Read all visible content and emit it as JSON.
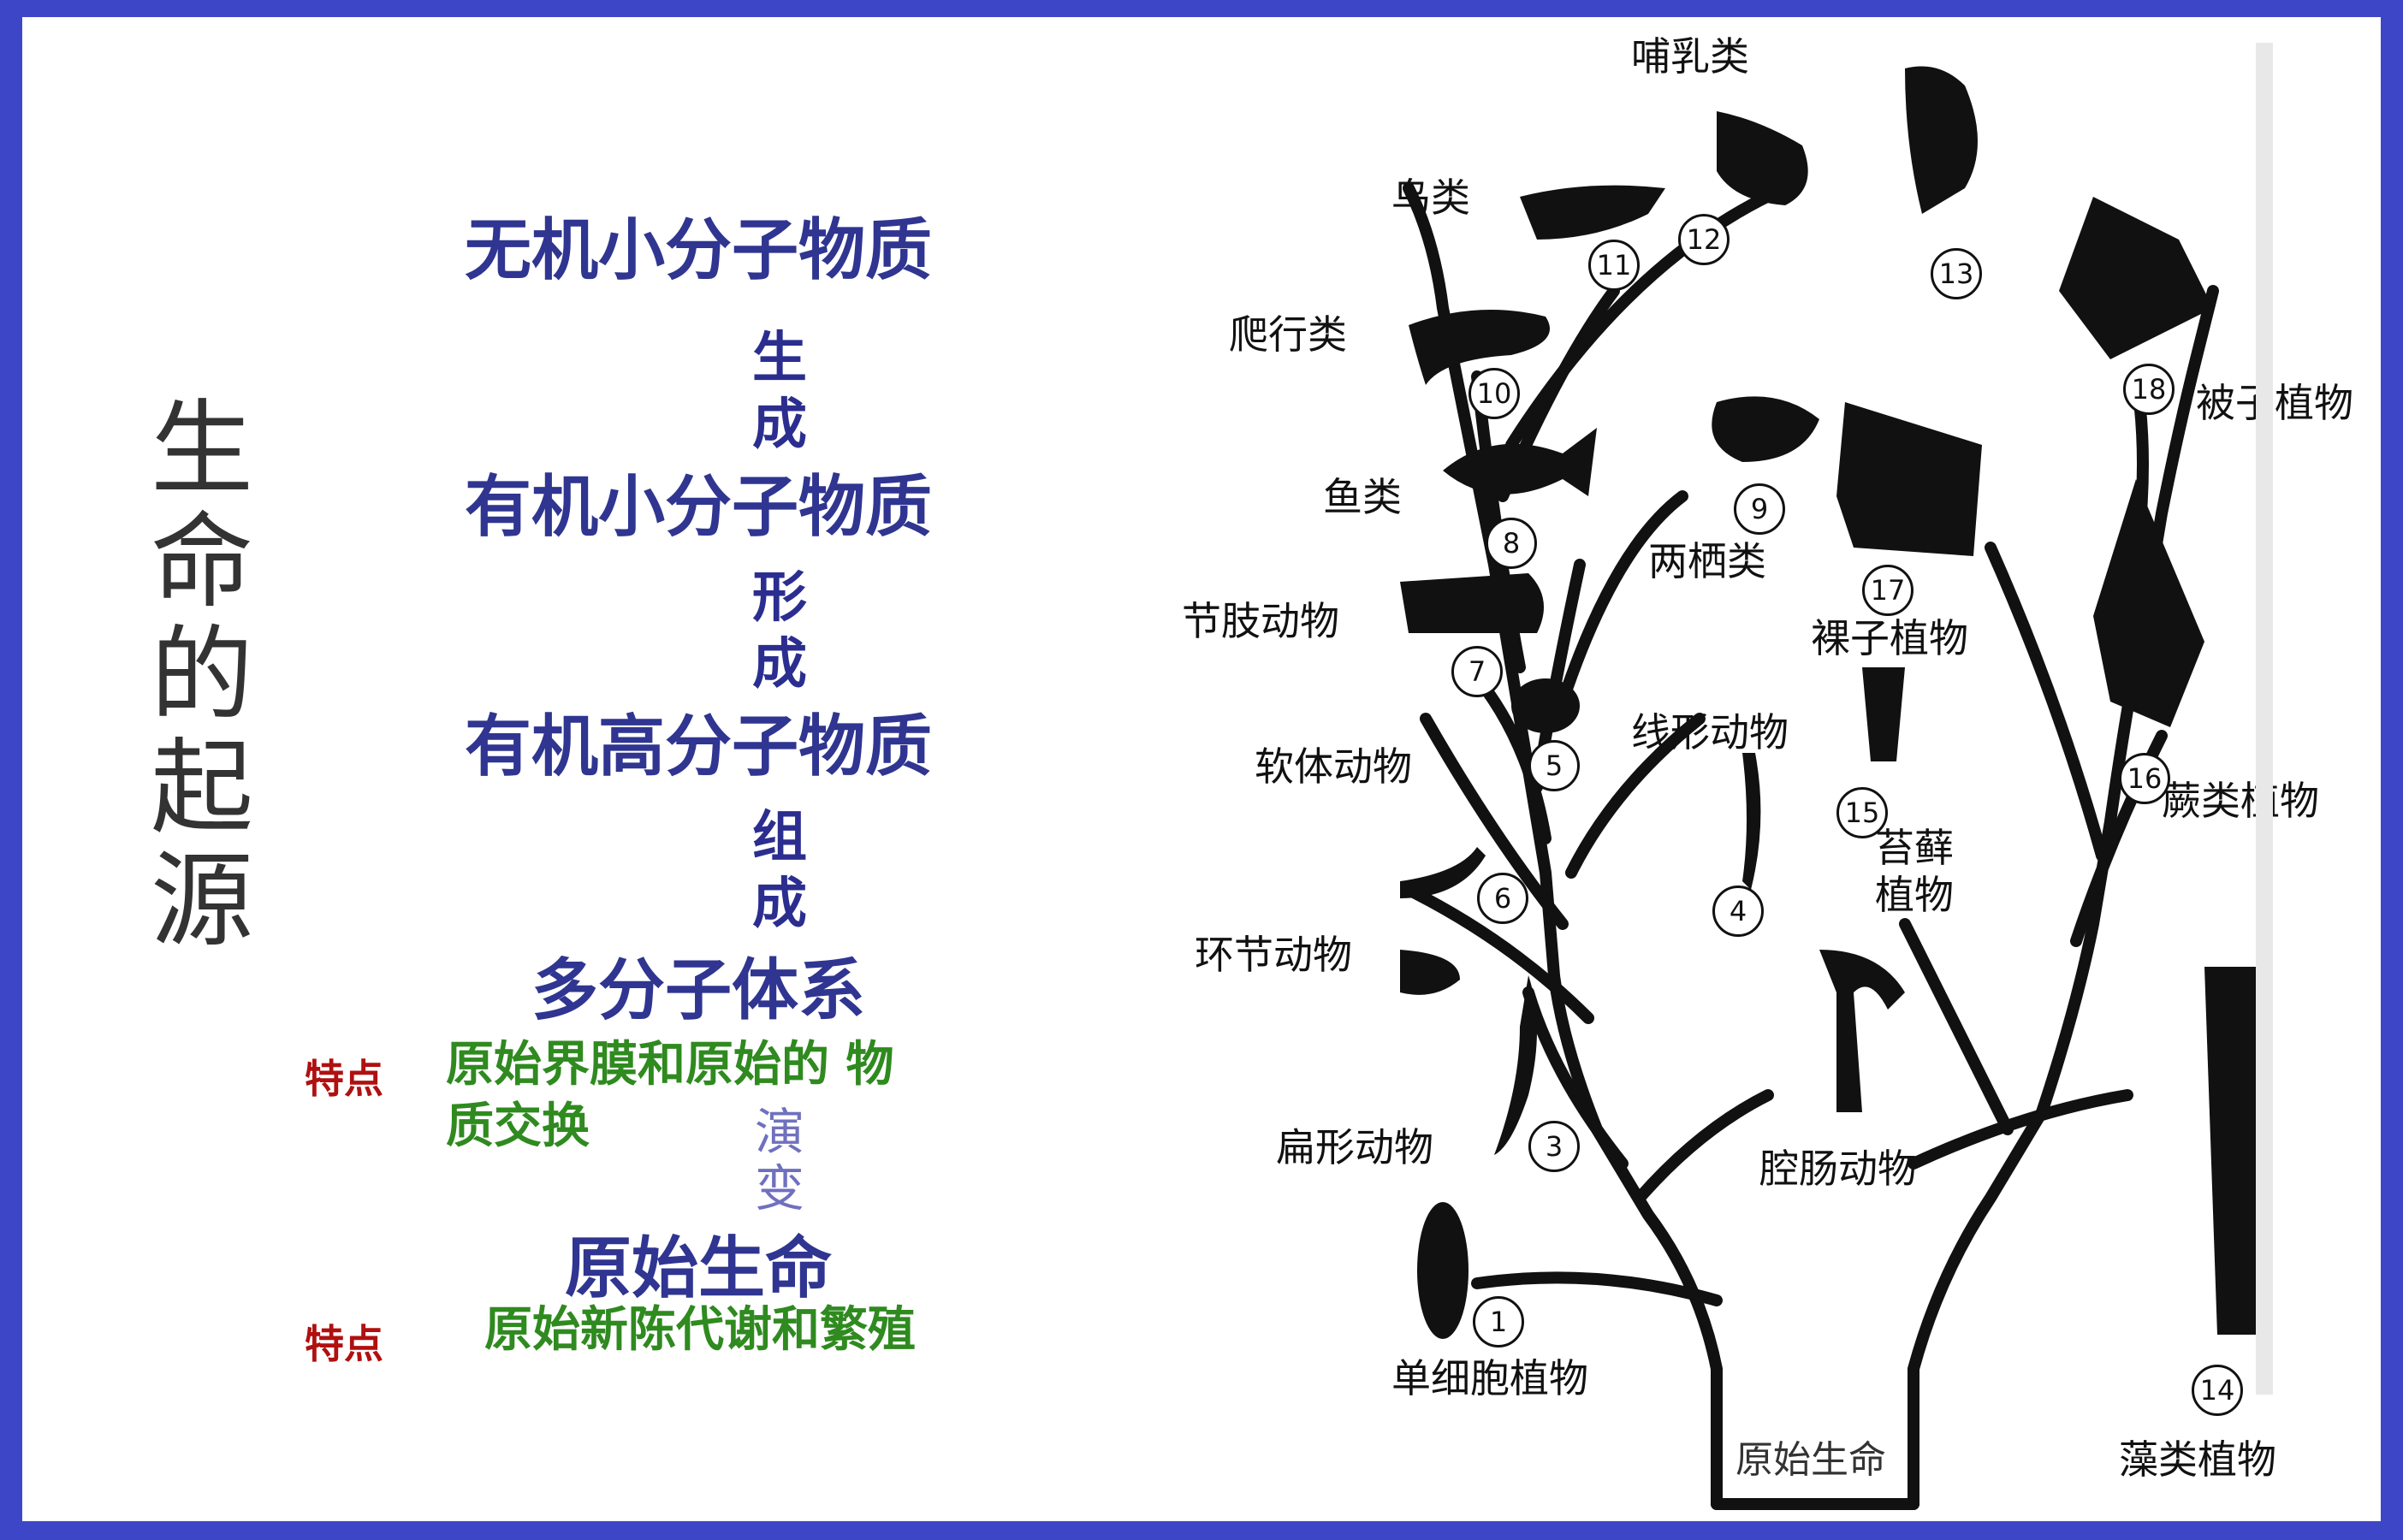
{
  "left_panel": {
    "vertical_title": [
      "生",
      "命",
      "的",
      "起",
      "源"
    ],
    "stages": [
      "无机小分子物质",
      "有机小分子物质",
      "有机高分子物质",
      "多分子体系",
      "原始生命"
    ],
    "transitions": [
      [
        "生",
        "成"
      ],
      [
        "形",
        "成"
      ],
      [
        "组",
        "成"
      ]
    ],
    "evolve": [
      "演",
      "变"
    ],
    "feature_label": "特点",
    "feature1_line1": "原始界膜和原始的 物",
    "feature1_line2": "质交换",
    "feature2": "原始新陈代谢和繁殖"
  },
  "tree": {
    "root_label": "原始生命",
    "labels": {
      "mammals": "哺乳类",
      "birds": "鸟类",
      "reptiles": "爬行类",
      "fish": "鱼类",
      "amphibians": "两栖类",
      "arthropods": "节肢动物",
      "mollusks": "软体动物",
      "nematodes": "线形动物",
      "annelids": "环节动物",
      "flatworms": "扁形动物",
      "coelenterates": "腔肠动物",
      "unicellular": "单细胞植物",
      "angiosperms": "被子植物",
      "gymnosperms": "裸子植物",
      "ferns": "蕨类植物",
      "mosses_1": "苔藓",
      "mosses_2": "植物",
      "algae": "藻类植物"
    },
    "numbers": [
      "1",
      "3",
      "4",
      "5",
      "6",
      "7",
      "8",
      "9",
      "10",
      "11",
      "12",
      "13",
      "14",
      "15",
      "16",
      "17",
      "18"
    ]
  }
}
